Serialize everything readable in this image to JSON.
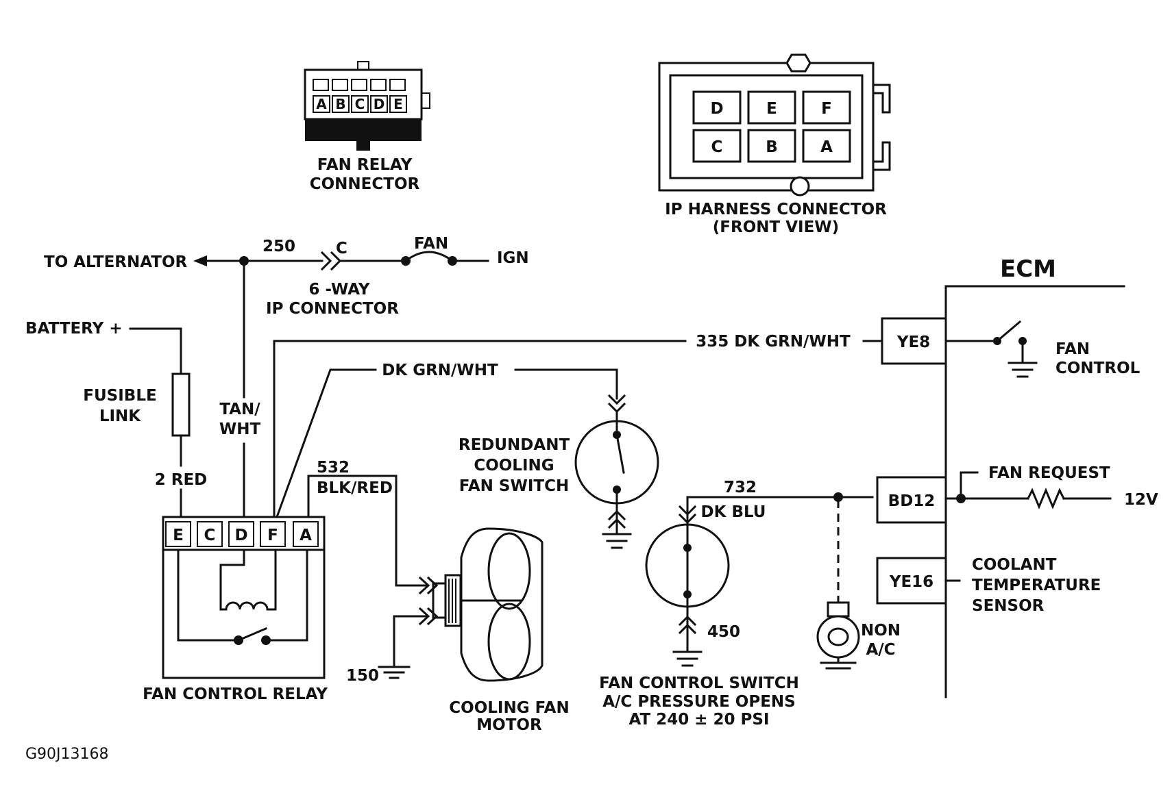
{
  "fan_relay_connector": {
    "title_line1": "FAN RELAY",
    "title_line2": "CONNECTOR",
    "pins": [
      "A",
      "B",
      "C",
      "D",
      "E"
    ]
  },
  "ip_harness_connector": {
    "title_line1": "IP HARNESS CONNECTOR",
    "title_line2": "(FRONT VIEW)",
    "pins_top": [
      "D",
      "E",
      "F"
    ],
    "pins_bottom": [
      "C",
      "B",
      "A"
    ]
  },
  "wiring": {
    "to_alternator": "TO ALTERNATOR",
    "circuit_250": "250",
    "connector_c": "C",
    "fan_fuse": "FAN",
    "ign": "IGN",
    "ip_connector_line1": "6 -WAY",
    "ip_connector_line2": "IP CONNECTOR",
    "battery": "BATTERY +",
    "fusible_line1": "FUSIBLE",
    "fusible_line2": "LINK",
    "red_wire": "2 RED",
    "tan_line1": "TAN/",
    "tan_line2": "WHT",
    "wire_335": "335 DK GRN/WHT",
    "wire_dk_grn": "DK GRN/WHT",
    "wire_532": "532",
    "wire_blk_red": "BLK/RED",
    "wire_732": "732",
    "wire_dk_blu": "DK BLU",
    "ground_150": "150",
    "ground_450": "450"
  },
  "relay": {
    "label": "FAN CONTROL RELAY",
    "pins": [
      "E",
      "C",
      "D",
      "F",
      "A"
    ]
  },
  "motor": {
    "label_line1": "COOLING FAN",
    "label_line2": "MOTOR"
  },
  "redundant_switch": {
    "line1": "REDUNDANT",
    "line2": "COOLING",
    "line3": "FAN SWITCH"
  },
  "fan_control_switch": {
    "line1": "FAN CONTROL SWITCH",
    "line2": "A/C PRESSURE OPENS",
    "line3": "AT 240 ± 20 PSI"
  },
  "non_ac": {
    "line1": "NON",
    "line2": "A/C"
  },
  "ecm": {
    "label": "ECM",
    "terminal_ye8": "YE8",
    "terminal_bd12": "BD12",
    "terminal_ye16": "YE16",
    "fan_control_line1": "FAN",
    "fan_control_line2": "CONTROL",
    "fan_request": "FAN REQUEST",
    "voltage": "12V",
    "coolant_line1": "COOLANT",
    "coolant_line2": "TEMPERATURE",
    "coolant_line3": "SENSOR"
  },
  "figure_code": "G90J13168"
}
